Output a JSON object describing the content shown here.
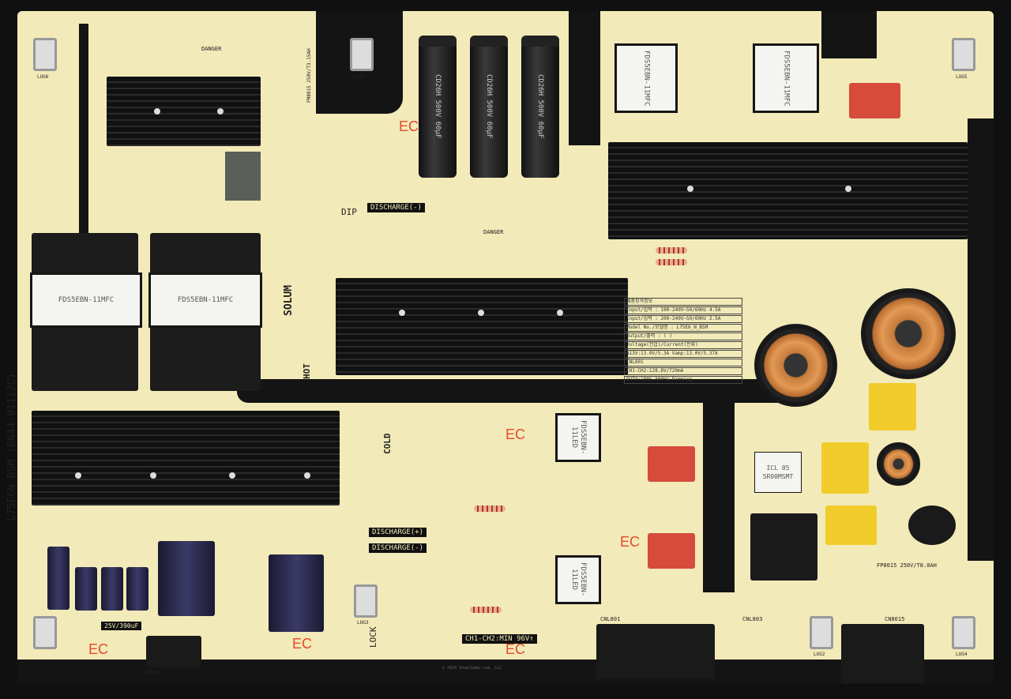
{
  "board": {
    "model_label": "L75E6N_BSM (BN44-01112C)",
    "brand": "SOLUM",
    "hot_label": "HOT",
    "cold_label": "COLD",
    "dip_label": "DIP",
    "lock_label": "LOCK",
    "danger_label": "DANGER",
    "ec_mark": "EC",
    "discharge_plus": "DISCHARGE(+)",
    "discharge_minus": "DISCHARGE(-)",
    "ch_label": "CH1-CH2:MIN 96V↑",
    "cap_rating": "25V/390uF",
    "icl_label": "ICL 05 5R00MSMT",
    "fuse_label": "FP8015 250V/T8.0AH",
    "fuse_label_top": "FM8015 250V/T3.15AH",
    "copyright": "© 2024 ShopJimmy.com, LLC",
    "transformer_main": "FDS5EBN-11MFC",
    "transformer_led": "FDS5EBN-11LED",
    "bulk_cap": "CD26H 500V 60μF",
    "connectors": [
      "CNL801",
      "CNL803",
      "CN8015",
      "CNM801"
    ],
    "lugs": [
      "LUG1",
      "LUG2",
      "LUG3",
      "LUG4",
      "LUG5",
      "LUG6"
    ]
  },
  "spec_label": {
    "lines": [
      "제품정격정보",
      "Input/입력 : 100-240V~50/60Hz 4.5A",
      "Input/입력 : 200-240V~50/60Hz 2.5A",
      "Model No./모델명 : L75E6_N_BSM",
      "Output/출력 : ( )",
      "Voltage(전압)/Current(전류)",
      "A13V:13.0V/5.3A  Vamp:13.0V/5.37A",
      "CNL801",
      "CH1-CH2:128.8V/720mA",
      "DUTY:100%,300Hz,Dimming"
    ]
  },
  "colors": {
    "board": "#f2eab8",
    "trace": "#141414",
    "ec_mark": "#e34a2a"
  }
}
